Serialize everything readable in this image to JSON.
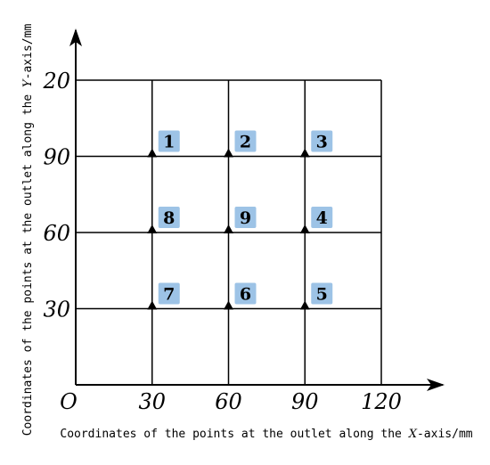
{
  "chart_data": {
    "type": "scatter",
    "x_ticks": [
      "O",
      "30",
      "60",
      "90",
      "120"
    ],
    "y_ticks": [
      "30",
      "60",
      "90",
      "20"
    ],
    "xlabel": {
      "prefix": "Coordinates of the points at the outlet along the ",
      "axis": "X",
      "suffix": "-axis/mm"
    },
    "ylabel": {
      "prefix": "Coordinates of the points at the outlet along the ",
      "axis": "Y",
      "suffix": "-axis/mm"
    },
    "xlim": [
      0,
      120
    ],
    "ylim": [
      0,
      120
    ],
    "grid": true,
    "points": [
      {
        "label": "1",
        "x": 30,
        "y": 90
      },
      {
        "label": "2",
        "x": 60,
        "y": 90
      },
      {
        "label": "3",
        "x": 90,
        "y": 90
      },
      {
        "label": "4",
        "x": 90,
        "y": 60
      },
      {
        "label": "5",
        "x": 90,
        "y": 30
      },
      {
        "label": "6",
        "x": 60,
        "y": 30
      },
      {
        "label": "7",
        "x": 30,
        "y": 30
      },
      {
        "label": "8",
        "x": 30,
        "y": 60
      },
      {
        "label": "9",
        "x": 60,
        "y": 60
      }
    ],
    "colors": {
      "label_box": "#9dc3e6",
      "line": "#000000"
    }
  }
}
